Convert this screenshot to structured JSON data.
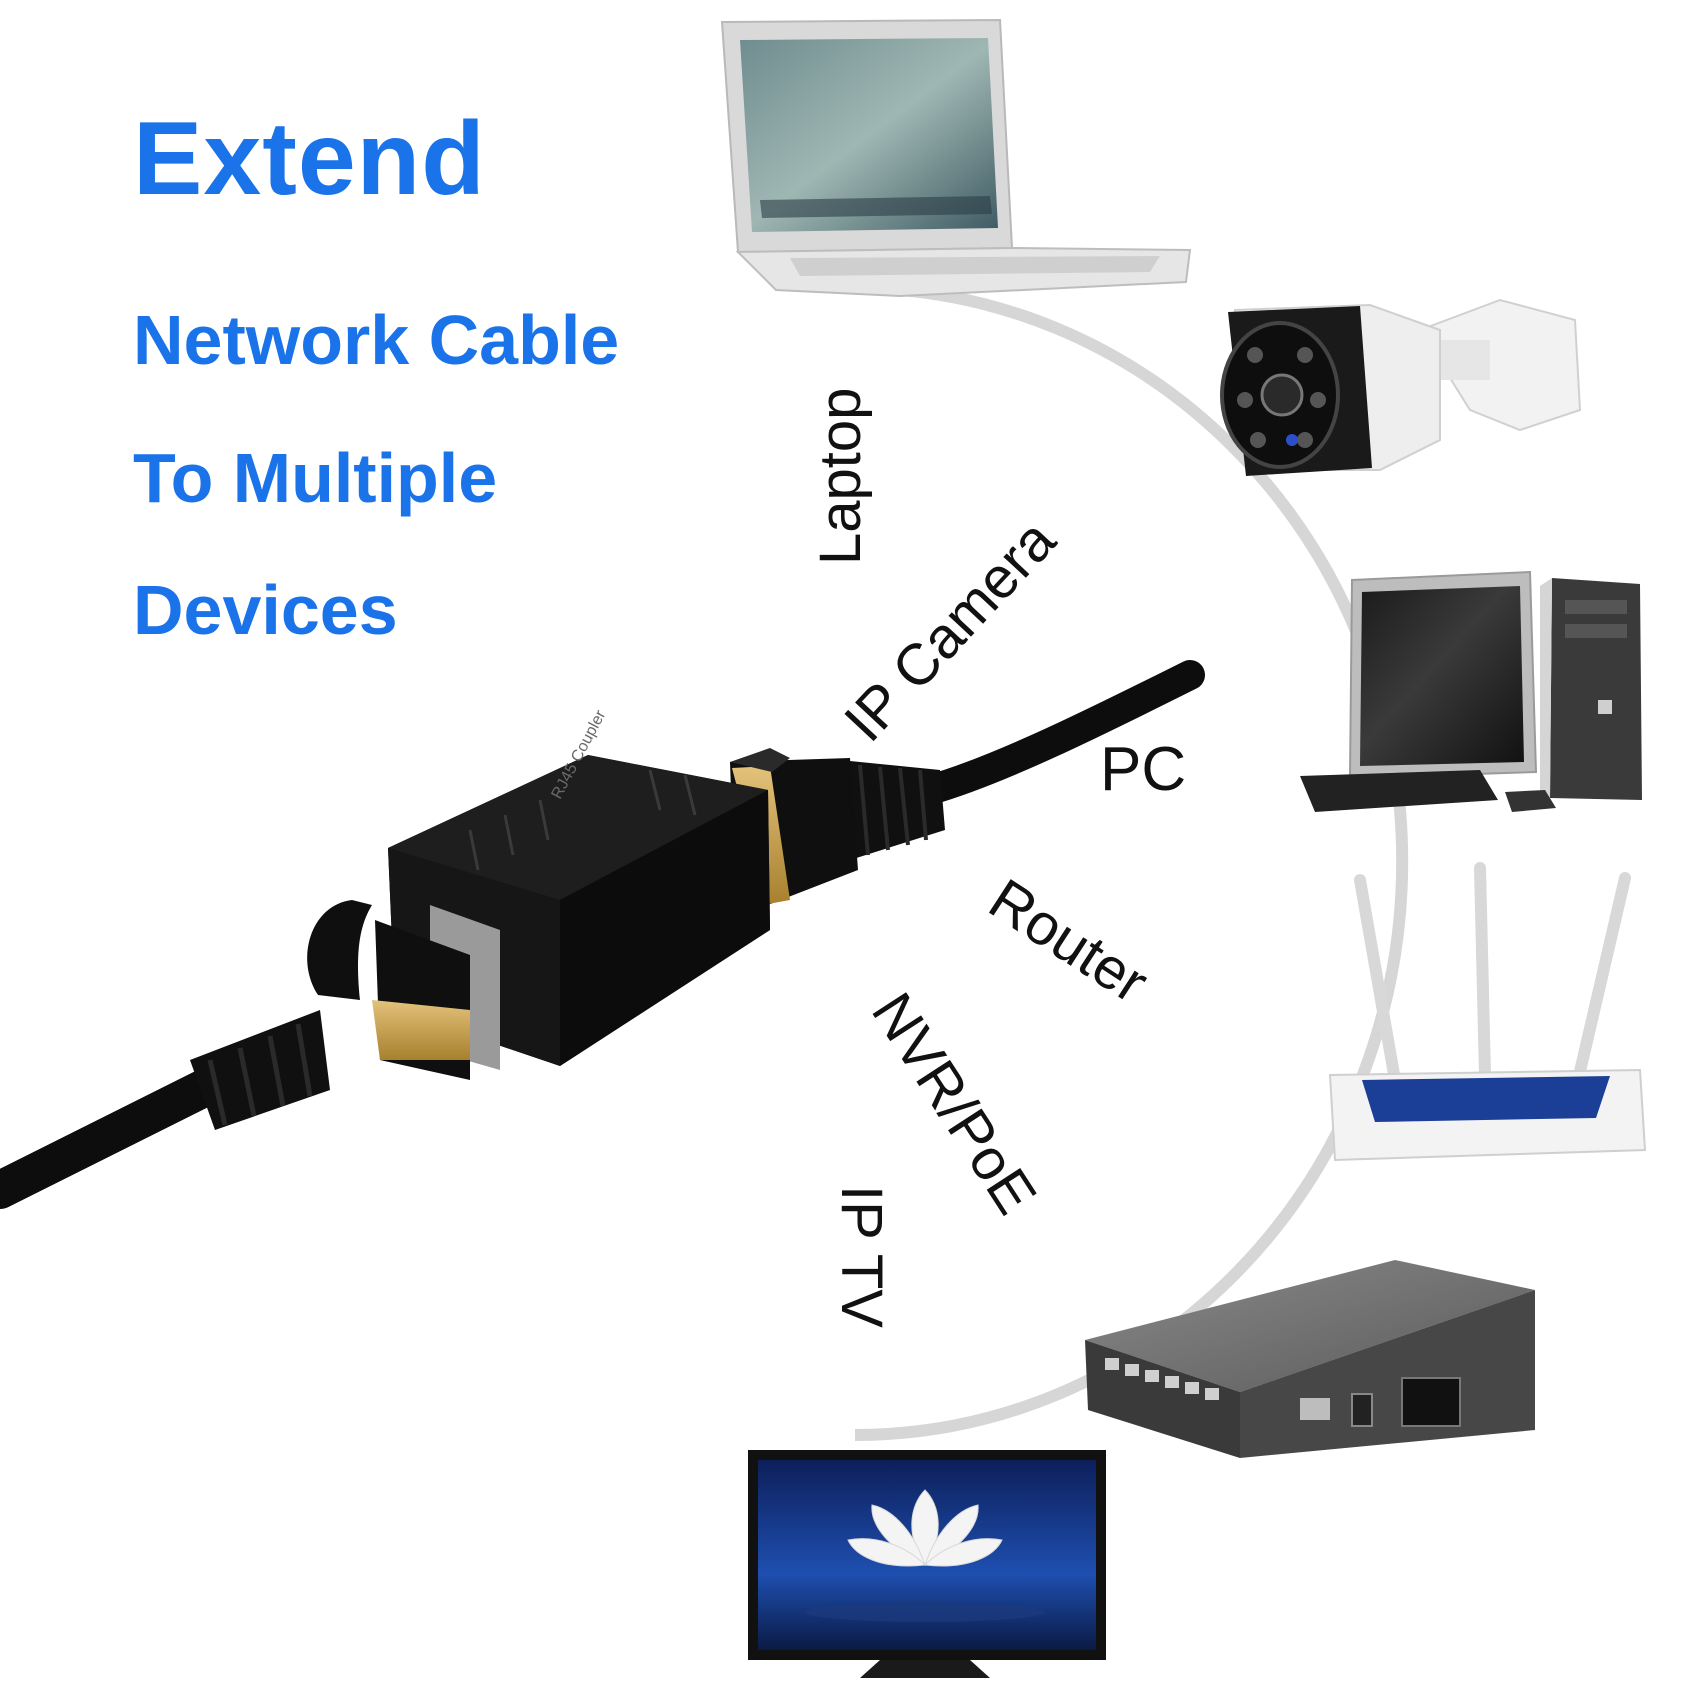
{
  "headline": {
    "title": "Extend",
    "lines": [
      "Network Cable",
      "To Multiple",
      "Devices"
    ]
  },
  "device_labels": [
    "Laptop",
    "IP Camera",
    "PC",
    "Router",
    "NVR/PoE",
    "IP TV"
  ],
  "coupler_imprint": "RJ45 Coupler",
  "colors": {
    "headline": "#1a73e8",
    "arc": "#d6d6d6",
    "label_text": "#111111",
    "cable": "#0d0d0d",
    "gold_contact": "#c9a24b"
  },
  "icons": {
    "laptop": "laptop-icon",
    "camera": "ip-camera-icon",
    "pc": "desktop-pc-icon",
    "router": "router-icon",
    "switch": "poe-switch-icon",
    "tv": "tv-icon",
    "coupler": "rj45-coupler-icon"
  }
}
